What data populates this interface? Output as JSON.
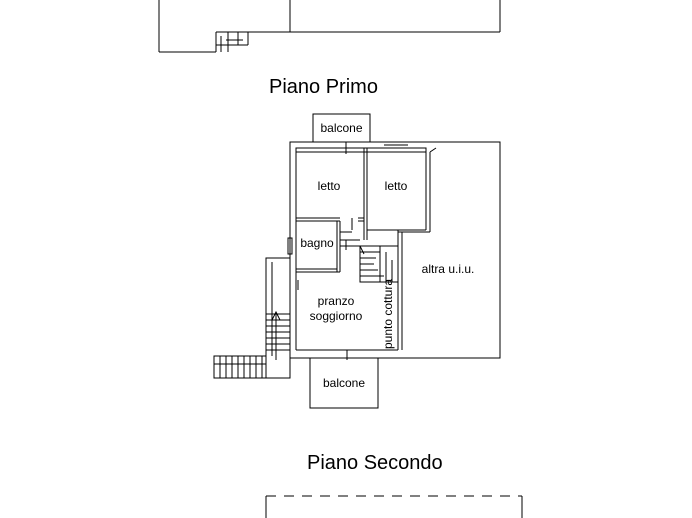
{
  "floors": {
    "primo": {
      "title": "Piano Primo",
      "rooms": {
        "balcone_top": "balcone",
        "letto_1": "letto",
        "letto_2": "letto",
        "bagno": "bagno",
        "pranzo_soggiorno": "pranzo\nsoggiorno",
        "punto_cottura": "punto cottura",
        "altra_uiu": "altra u.i.u.",
        "balcone_bottom": "balcone"
      }
    },
    "secondo": {
      "title": "Piano Secondo"
    }
  },
  "colors": {
    "line": "#000000",
    "background": "#ffffff"
  }
}
